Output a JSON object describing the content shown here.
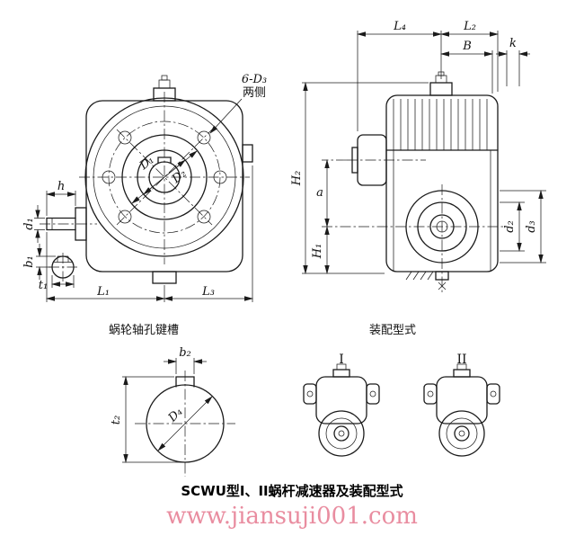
{
  "drawing": {
    "caption": "SCWU型I、II蜗杆减速器及装配型式",
    "watermark": {
      "text": "www.jiansuji001.com",
      "color": "#e98da0"
    }
  },
  "front_view": {
    "bolt_note_line1": "6-D₃",
    "bolt_note_line2": "两侧",
    "dims": {
      "h": "h",
      "d1": "d₁",
      "b1": "b₁",
      "t1": "t₁",
      "L1": "L₁",
      "L3": "L₃",
      "D1": "D₁",
      "D2": "D₂"
    }
  },
  "side_view": {
    "dims": {
      "L4": "L₄",
      "L2": "L₂",
      "B": "B",
      "k": "k",
      "H2": "H₂",
      "a": "a",
      "H1": "H₁",
      "d2": "d₂",
      "d3": "d₃"
    }
  },
  "keyway_view": {
    "title": "蜗轮轴孔键槽",
    "dims": {
      "b2": "b₂",
      "t2": "t₂",
      "D4": "D₄"
    }
  },
  "assembly_view": {
    "title": "装配型式",
    "label_1": "I",
    "label_2": "II"
  }
}
